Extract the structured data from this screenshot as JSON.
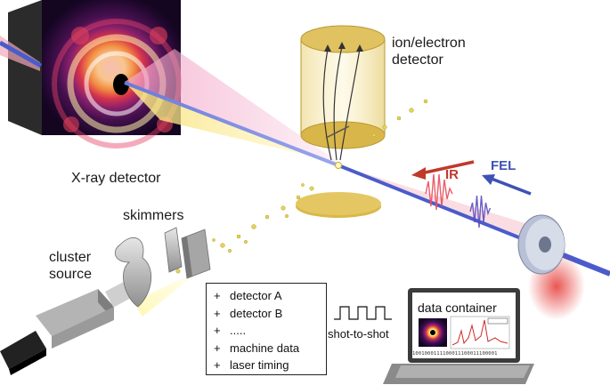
{
  "labels": {
    "xray_detector": "X-ray detector",
    "ion_electron_line1": "ion/electron",
    "ion_electron_line2": "detector",
    "skimmers": "skimmers",
    "cluster_source_line1": "cluster",
    "cluster_source_line2": "source",
    "ir": "IR",
    "fel": "FEL",
    "shot_to_shot": "shot-to-shot",
    "data_container": "data container",
    "bitstream": "1001000111100011100011100001"
  },
  "data_list": {
    "bullet": "+",
    "items": [
      "detector A",
      "detector B",
      ".....",
      "machine data",
      "laser timing"
    ]
  },
  "colors": {
    "ir_arrow": "#c0392b",
    "fel_arrow": "#3f51b5",
    "detector_gold": "#d9b64a",
    "xray_beam": "#f2d36b"
  }
}
